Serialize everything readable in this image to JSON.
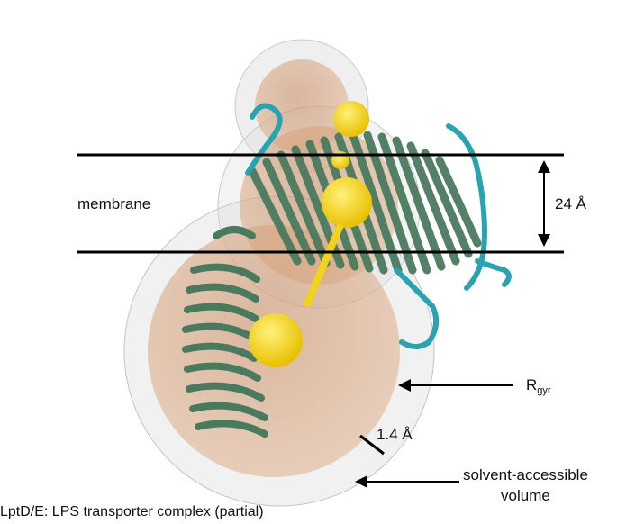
{
  "labels": {
    "membrane": "membrane",
    "thickness": "24 Å",
    "rgyr_main": "R",
    "rgyr_sub": "gyr",
    "probe_radius": "1.4 Å",
    "sav_line1": "solvent-accessible",
    "sav_line2": "volume",
    "caption": "LptD/E: LPS transporter complex (partial)"
  },
  "colors": {
    "rgyr_sphere": "#d9a77c",
    "sav_shell": "#e3e3e3",
    "strand_green": "#4a7a5e",
    "helix_teal": "#2aa3b0",
    "ligand_yellow": "#f2d21a",
    "lines": "#000000"
  },
  "icons": {
    "arrow_rgyr": "left-arrow-icon",
    "arrow_sav": "left-arrow-icon",
    "arrow_thickness": "double-vertical-arrow-icon"
  }
}
